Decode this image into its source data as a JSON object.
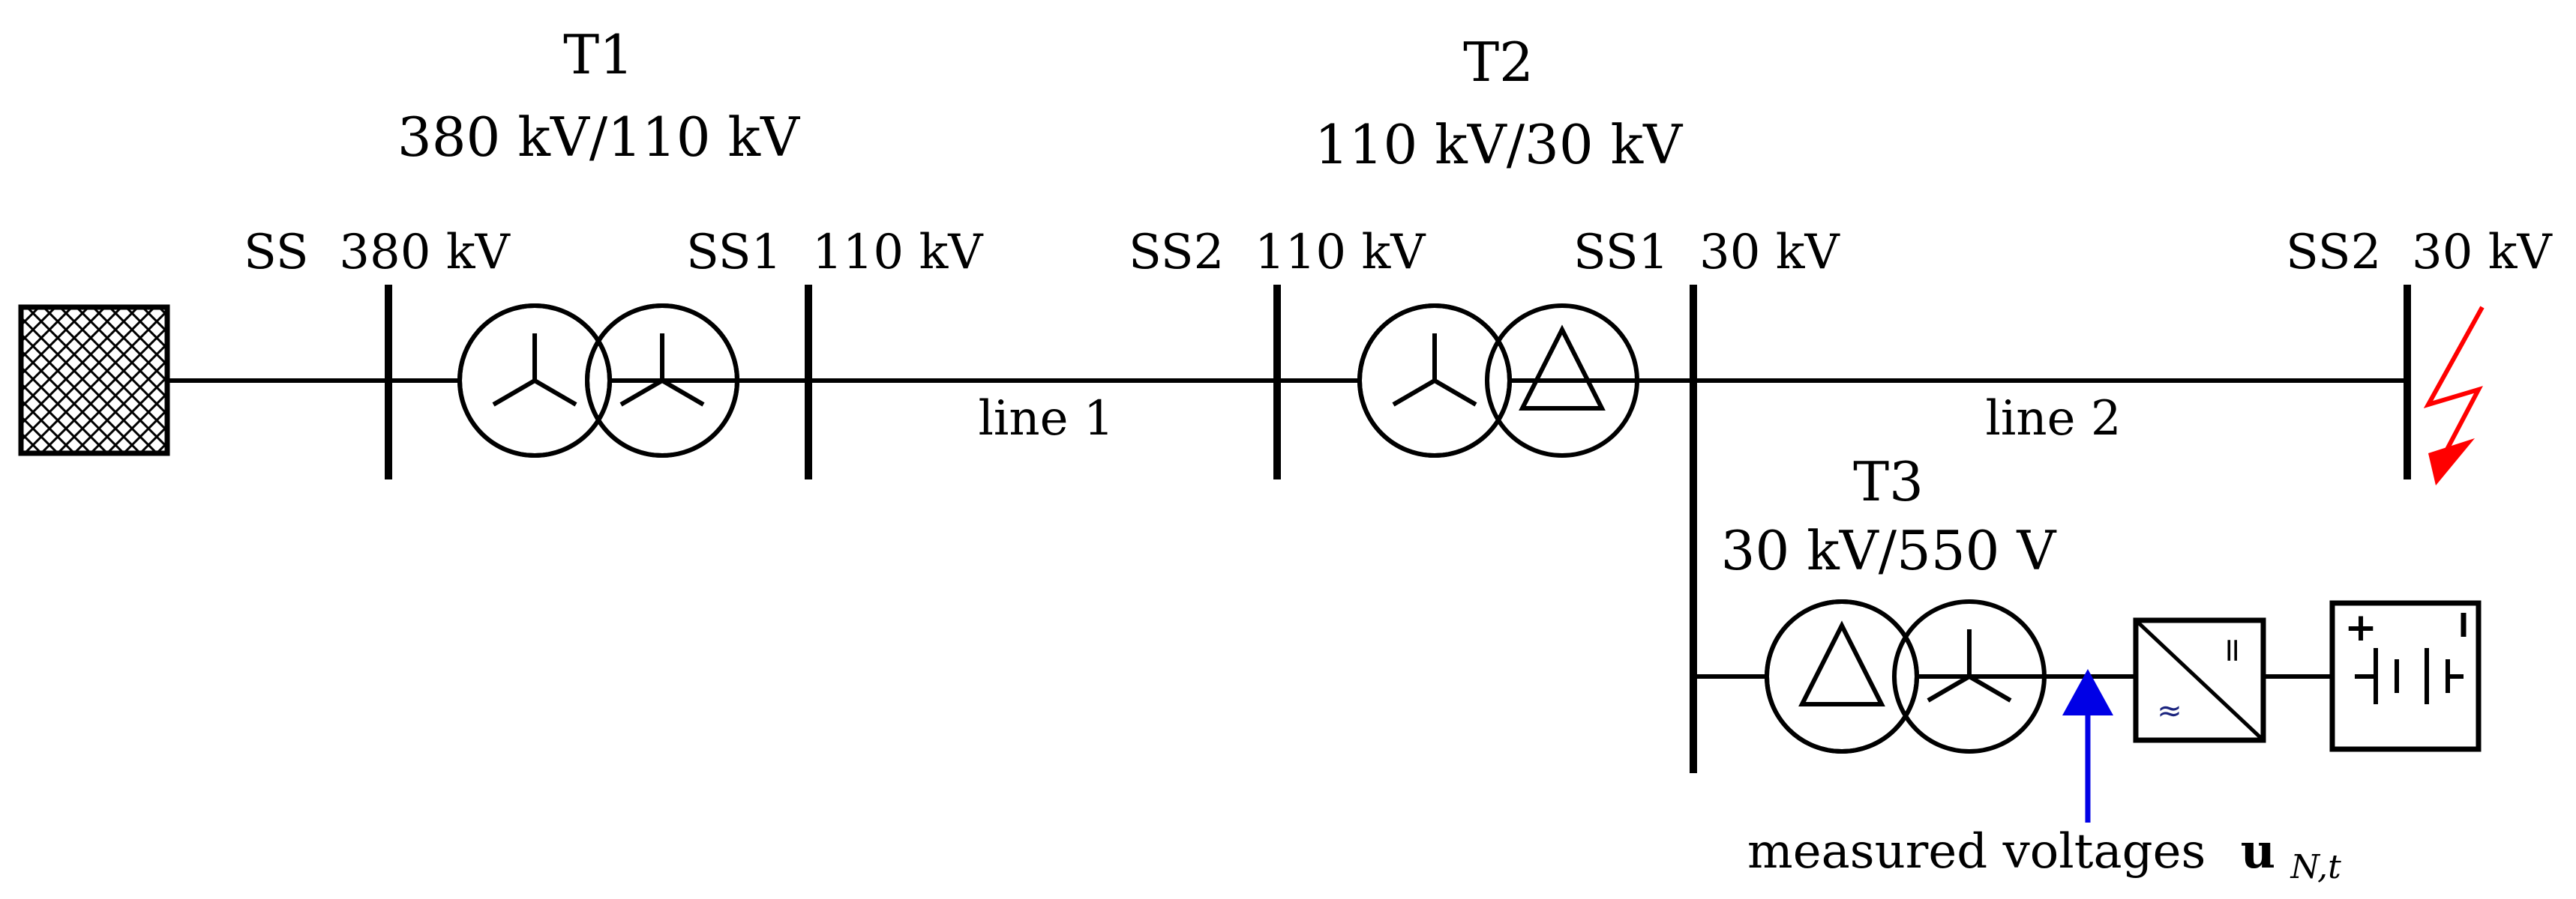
{
  "colors": {
    "line": "#000000",
    "fault": "#ff0000",
    "measurement": "#0000e6",
    "background": "#ffffff"
  },
  "icons": {
    "grid": "external-grid-hatched-icon",
    "fault": "lightning-fault-icon",
    "converter": "ac-dc-converter-icon",
    "battery": "battery-icon",
    "measurement": "arrow-up-icon"
  },
  "transformers": {
    "t1": {
      "name": "T1",
      "rating": "380 kV/110 kV",
      "winding_hv": "star",
      "winding_lv": "star"
    },
    "t2": {
      "name": "T2",
      "rating": "110 kV/30 kV",
      "winding_hv": "star",
      "winding_lv": "delta"
    },
    "t3": {
      "name": "T3",
      "rating": "30 kV/550 V",
      "winding_hv": "delta",
      "winding_lv": "star"
    }
  },
  "busbars": {
    "ss_380": "SS  380 kV",
    "ss1_110": "SS1  110 kV",
    "ss2_110": "SS2  110 kV",
    "ss1_30": "SS1  30 kV",
    "ss2_30": "SS2  30 kV"
  },
  "lines": {
    "line1": "line 1",
    "line2": "line 2"
  },
  "measurement": {
    "label": "measured voltages",
    "symbol_main": "u",
    "symbol_sub": "N,t"
  },
  "converter": {
    "dc_mark": "=",
    "ac_mark": "≈"
  },
  "battery": {
    "plus": "+",
    "minus": "−"
  }
}
